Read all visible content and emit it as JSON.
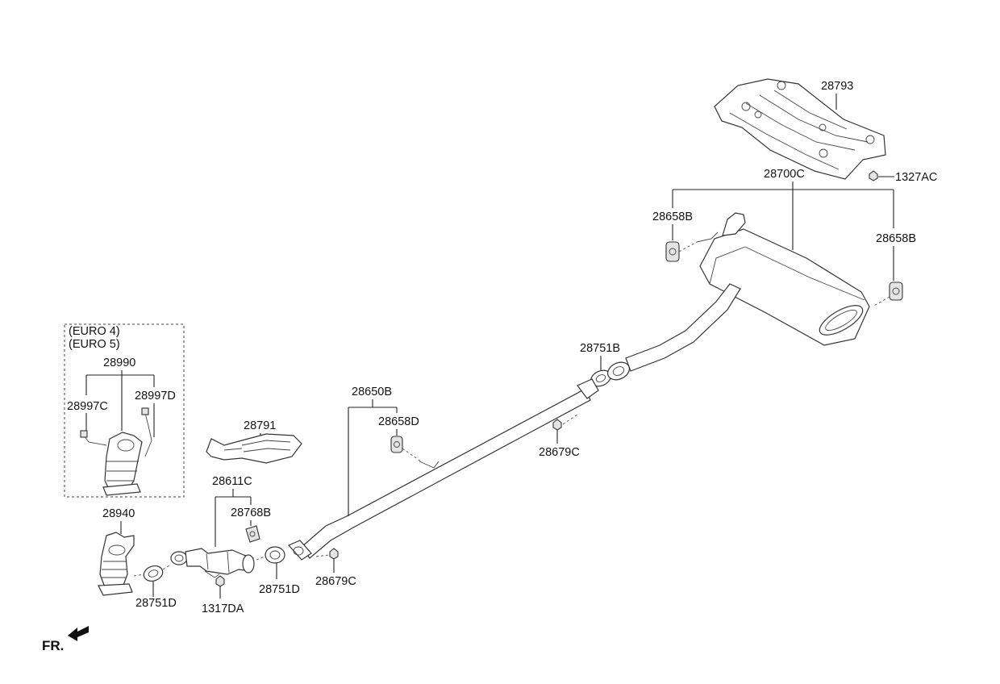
{
  "diagram": {
    "labels": {
      "p28793": "28793",
      "p1327AC": "1327AC",
      "p28700C": "28700C",
      "p28658B_left": "28658B",
      "p28658B_right": "28658B",
      "p28751B": "28751B",
      "p28650B": "28650B",
      "p28658D": "28658D",
      "p28679C_mid": "28679C",
      "p28791": "28791",
      "p28611C": "28611C",
      "p28768B": "28768B",
      "p28751D_mid": "28751D",
      "p28679C_low": "28679C",
      "p28940": "28940",
      "p28751D_left": "28751D",
      "p1317DA": "1317DA",
      "euro4": "(EURO 4)",
      "euro5": "(EURO 5)",
      "p28990": "28990",
      "p28997C": "28997C",
      "p28997D": "28997D"
    },
    "front_marker": "FR."
  }
}
